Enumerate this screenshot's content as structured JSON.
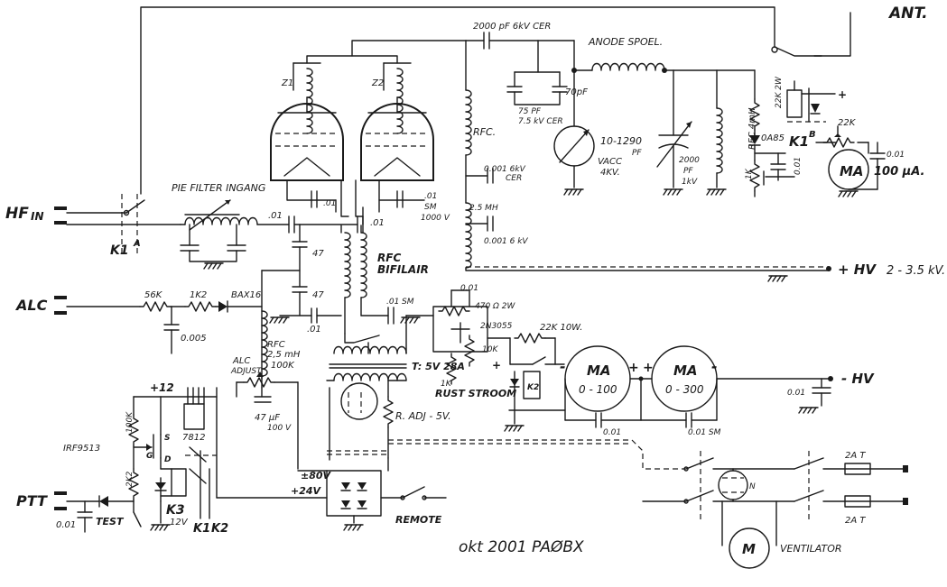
{
  "labels": {
    "ant": "ANT.",
    "hf_in": "HF",
    "hf_in_sub": "IN",
    "k1a": "K1",
    "k1a_sup": "A",
    "pie_filter": "PIE FILTER INGANG",
    "alc": "ALC",
    "ptt": "PTT",
    "test": "TEST",
    "remote": "REMOTE",
    "date_call": "okt 2001   PAØBX",
    "ventilator": "VENTILATOR",
    "hv_plus": "+ HV",
    "hv_range": "2 - 3.5 kV.",
    "hv_minus": "- HV",
    "anode_spoel": "ANODE SPOEL.",
    "c_2000pf": "2000 pF 6kV CER",
    "c_70pf": "70pF",
    "c_75pf_a": "75 PF",
    "c_75pf_b": "7.5 kV CER",
    "vac_range": "10-1290",
    "vac_unit": "PF",
    "vacc": "VACC",
    "vacc_kv": "4KV.",
    "c_2000_b": "2000",
    "c_2000_pf": "PF",
    "c_2000_kv": "1kV",
    "rfc_4mh": "RFC 4mH",
    "r_22k2w": "22K 2W",
    "d_0a85": "0A85",
    "k1b": "K1",
    "k1b_sup": "B",
    "r_22k": "22K",
    "r_1k": "1K",
    "c_001_a": "0.01",
    "c_001_b": "0.01",
    "ma_meter": "MA",
    "ma_100": "100 μA.",
    "z1": "Z1",
    "z2": "Z2",
    "rfc_main": "RFC.",
    "c_0001_6kv": "0.001 6kV",
    "cer": "CER",
    "l_25mh": "2.5 MH",
    "c_0001_6kv_b": "0.001 6 kV",
    "c_01_a": ".01",
    "c_01_b": ".01",
    "c_01_c": ".01",
    "c_01_sm": ".01",
    "sm": "SM",
    "v1000": "1000 V",
    "c_47a": "47",
    "c_47b": "47",
    "rfc_bifilair": "RFC",
    "bifilair": "BIFILAIR",
    "r_56k": "56K",
    "r_1k2": "1K2",
    "baxig": "BAX16",
    "c_0005": "0.005",
    "alc_adjust_1": "ALC",
    "alc_adjust_2": "ADJUST",
    "rfc_25mh": "RFC",
    "rfc_25mh_v": "2,5 mH",
    "r_100k": "100K",
    "c_47uf": "47 μF",
    "c_47uf_v": "100 V",
    "plus12": "+12",
    "r_100k_b": "100K",
    "irf": "IRF9513",
    "r_2k2": "2K2",
    "k3": "K3",
    "k3_v": "12V",
    "c_001_ptt": "0.01",
    "reg_7812": "7812",
    "k1": "K1",
    "k2": "K2",
    "plus_80v": "±80V",
    "plus_24v": "+24V",
    "transformer": "T: 5V 28A",
    "r_adj": "R. ADJ - 5V.",
    "c_001_top": "0.01",
    "r_470": "470 Ω 2W",
    "q_2n3055": "2N3055",
    "r_10k": "10K",
    "r_1k_b": "1K",
    "rust_stroom": "RUST STROOM",
    "r_22k10w": "22K 10W.",
    "k2_box": "K2",
    "ma_0100_a": "MA",
    "ma_0100_b": "0 - 100",
    "ma_0300_a": "MA",
    "ma_0300_b": "0 - 300",
    "c_001_m1": "0.01",
    "c_001_m2": "0.01 SM",
    "c_001_hv": "0.01",
    "fuse_a": "2A T",
    "fuse_b": "2A T",
    "neon_n": "N",
    "motor": "M",
    "mA_top": "MA"
  }
}
